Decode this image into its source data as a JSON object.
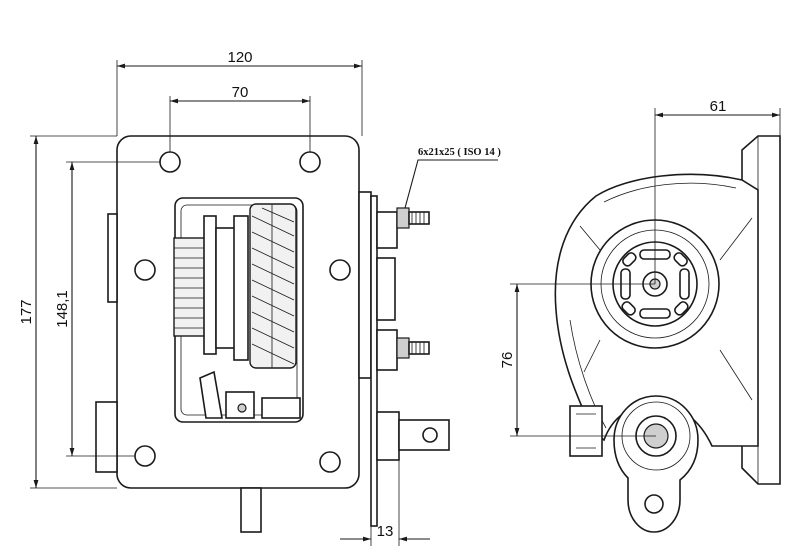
{
  "drawing": {
    "colors": {
      "line": "#1a1a1a",
      "background": "#ffffff",
      "fill_light": "#f1f1f1",
      "fill_dark": "#cfcfcf"
    },
    "dimensions": {
      "overall_width": "120",
      "hole_spacing_horizontal": "70",
      "overall_height": "177",
      "hole_spacing_vertical": "148,1",
      "flange_thickness": "13",
      "side_offset": "61",
      "shaft_center_distance": "76"
    },
    "stud_note": "6x21x25 ( ISO 14 )"
  }
}
